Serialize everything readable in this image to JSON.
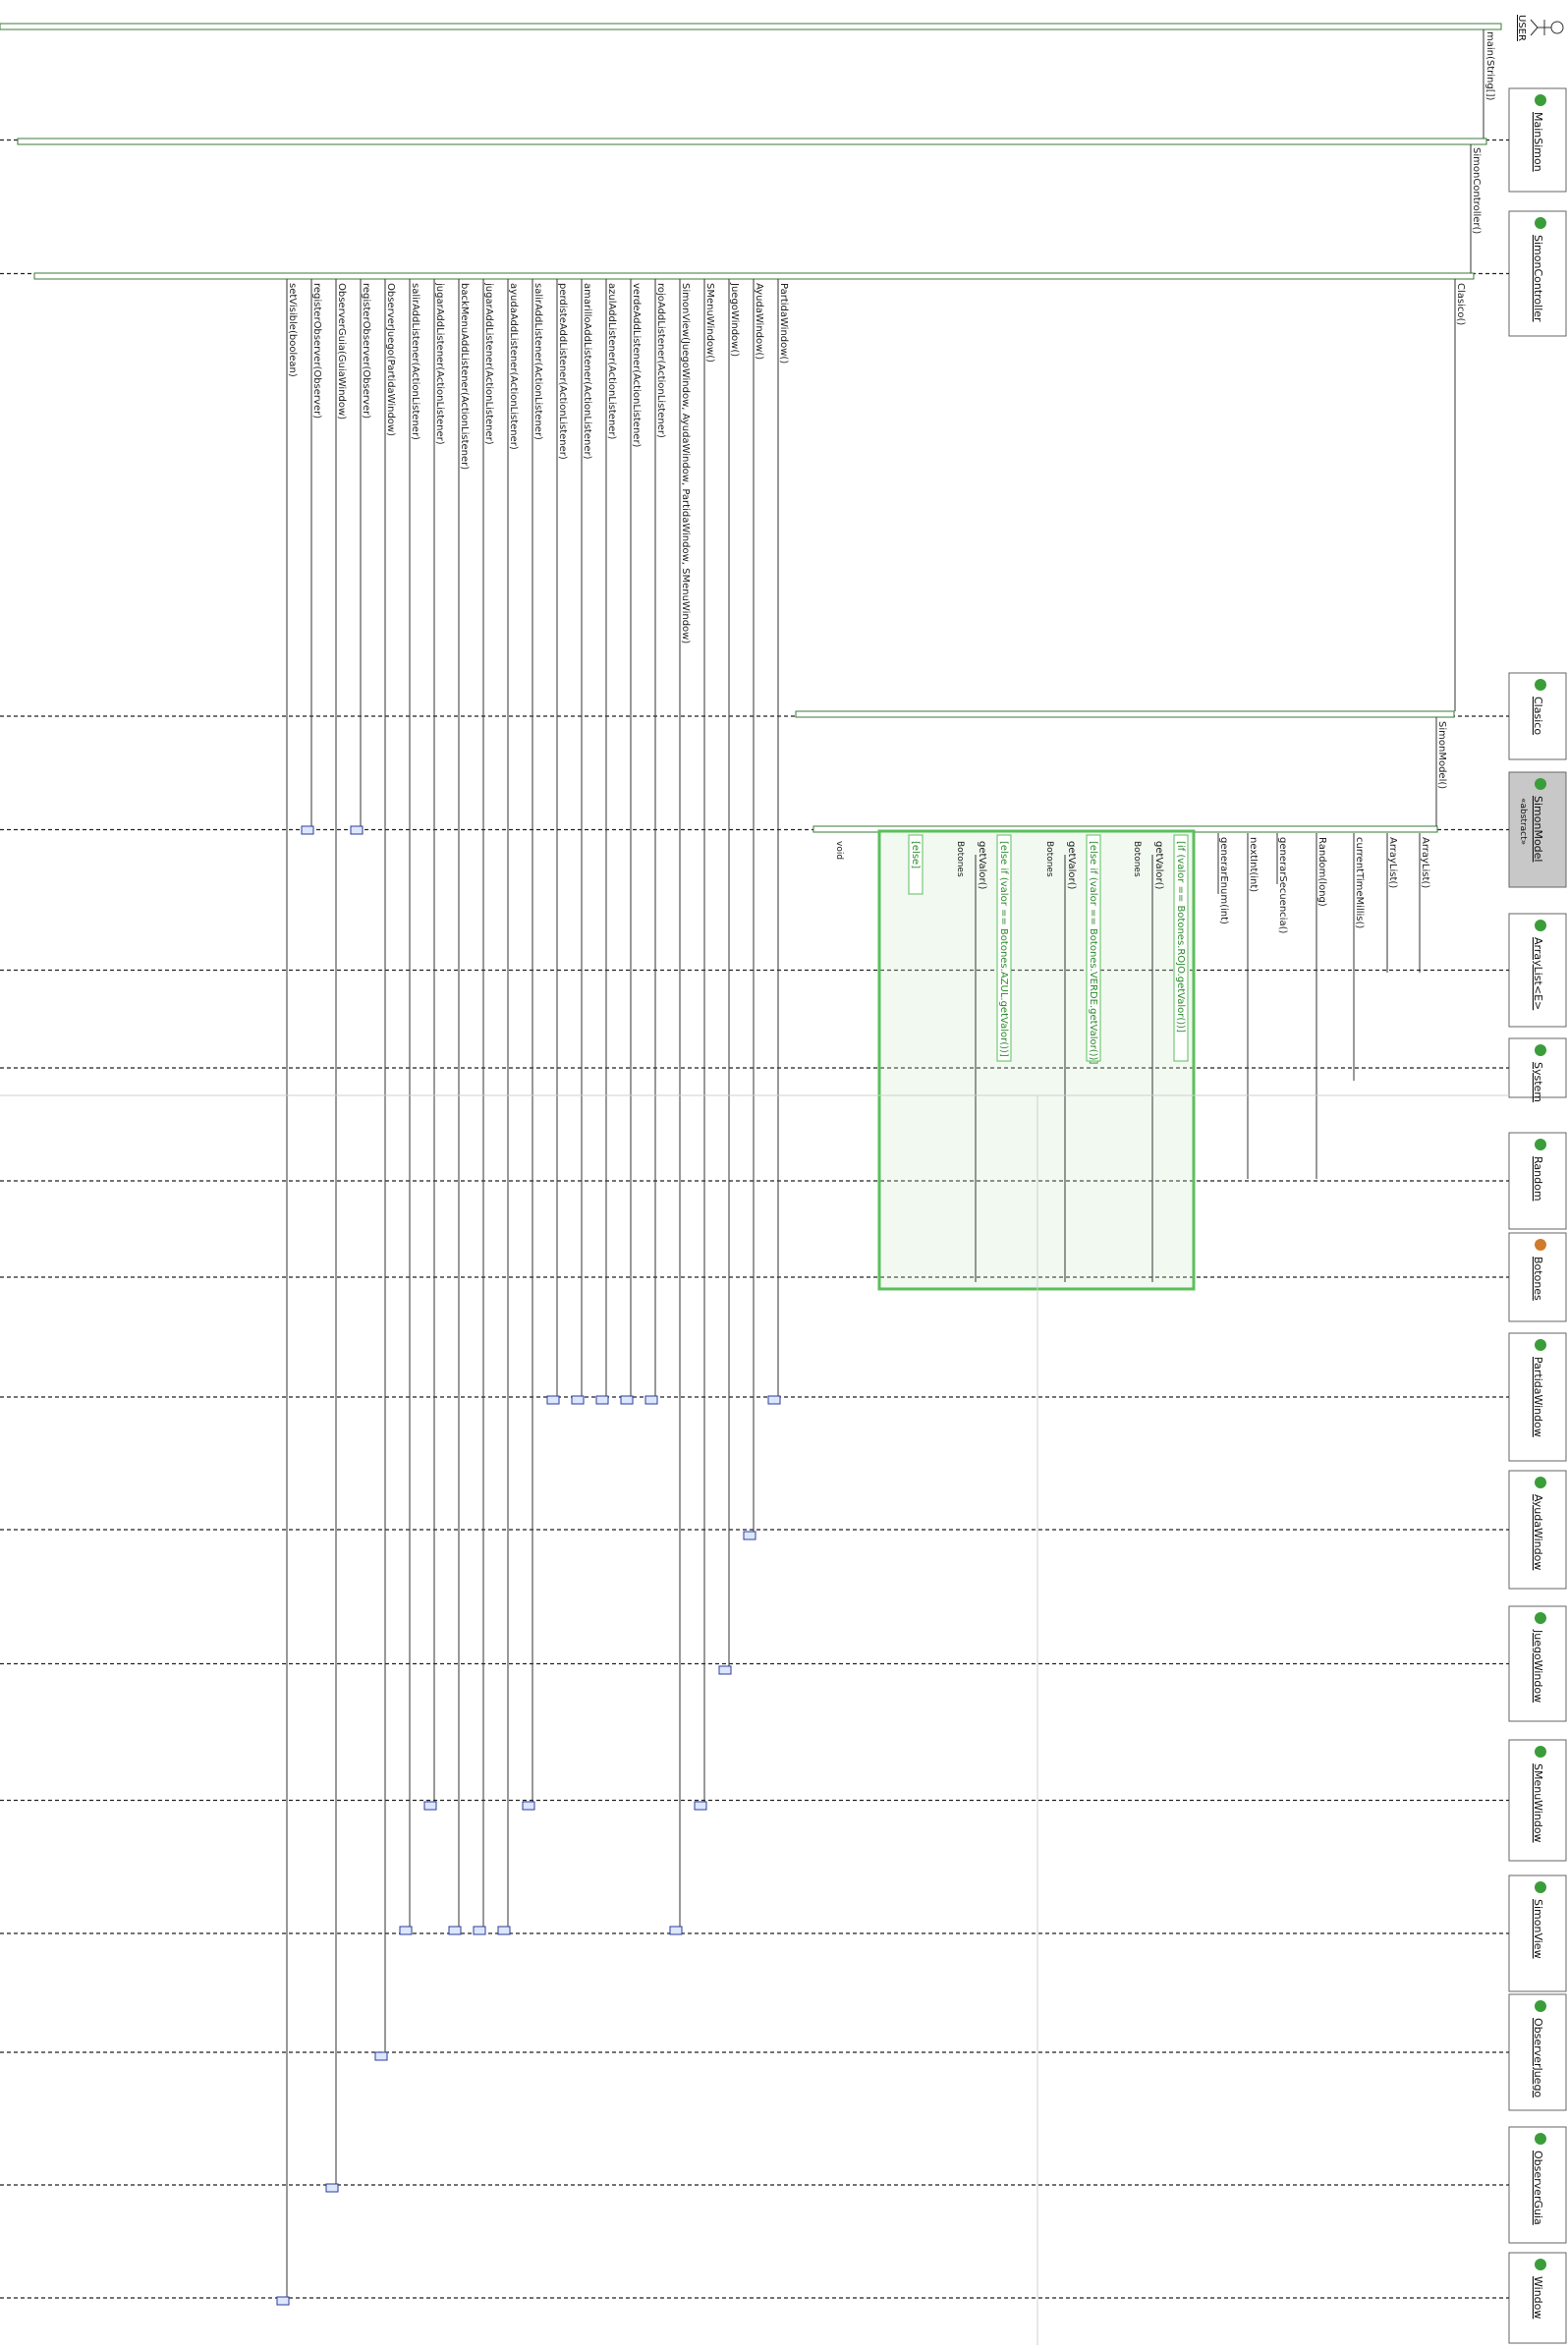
{
  "diagram": {
    "actor": {
      "label": "USER",
      "entry_call": "main(String[])"
    },
    "objects": [
      {
        "name": "MainSimon",
        "icon": "class-icon"
      },
      {
        "name": "SimonController",
        "icon": "class-icon"
      },
      {
        "name": "Clasico",
        "icon": "class-icon"
      },
      {
        "name": "SimonModel",
        "stereotype": "«abstract»",
        "icon": "class-icon",
        "abstract": true
      },
      {
        "name": "ArrayList<E>",
        "icon": "class-icon"
      },
      {
        "name": "System",
        "icon": "class-icon"
      },
      {
        "name": "Random",
        "icon": "class-icon"
      },
      {
        "name": "Botones",
        "icon": "enum-icon"
      },
      {
        "name": "PartidaWindow",
        "icon": "class-icon"
      },
      {
        "name": "AyudaWindow",
        "icon": "class-icon"
      },
      {
        "name": "JuegoWindow",
        "icon": "class-icon"
      },
      {
        "name": "SMenuWindow",
        "icon": "class-icon"
      },
      {
        "name": "SimonView",
        "icon": "class-icon"
      },
      {
        "name": "ObserverJuego",
        "icon": "class-icon"
      },
      {
        "name": "ObserverGuia",
        "icon": "class-icon"
      },
      {
        "name": "Window",
        "icon": "class-icon"
      }
    ],
    "calls_user_level": [
      "SimonController()"
    ],
    "calls_controller_level": [
      "Clasico()"
    ],
    "calls_clasico_level": [
      "SimonModel()"
    ],
    "calls_model_level": [
      "ArrayList()",
      "ArrayList()",
      "currentTimeMillis()",
      "Random(long)",
      "generarSecuencia()",
      "nextInt(int)",
      "generarEnum(int)"
    ],
    "calls_view_level": [
      "PartidaWindow()",
      "AyudaWindow()",
      "JuegoWindow()",
      "SMenuWindow()",
      "SimonView(JuegoWindow, AyudaWindow, PartidaWindow, SMenuWindow)",
      "rojoAddListener(ActionListener)",
      "verdeAddListener(ActionListener)",
      "azulAddListener(ActionListener)",
      "amarilloAddListener(ActionListener)",
      "perdisteAddListener(ActionListener)",
      "salirAddListener(ActionListener)",
      "ayudaAddListener(ActionListener)",
      "jugarAddListener(ActionListener)",
      "backMenuAddListener(ActionListener)",
      "jugarAddListener(ActionListener)",
      "salirAddListener(ActionListener)",
      "ObserverJuego(PartidaWindow)",
      "registerObserver(Observer)",
      "ObserverGuia(GuiaWindow)",
      "registerObserver(Observer)",
      "setVisible(boolean)"
    ],
    "fragments": {
      "if_rojo": "[if (valor == Botones.ROJO.getValor())]",
      "elseif_verde": "[else if (valor == Botones.VERDE.getValor())]",
      "elseif_azul": "[else if (valor == Botones.AZUL.getValor())]",
      "else": "[else]",
      "getvalor": "getValor()",
      "botones_ref": "Botones",
      "void_label": "void"
    }
  }
}
